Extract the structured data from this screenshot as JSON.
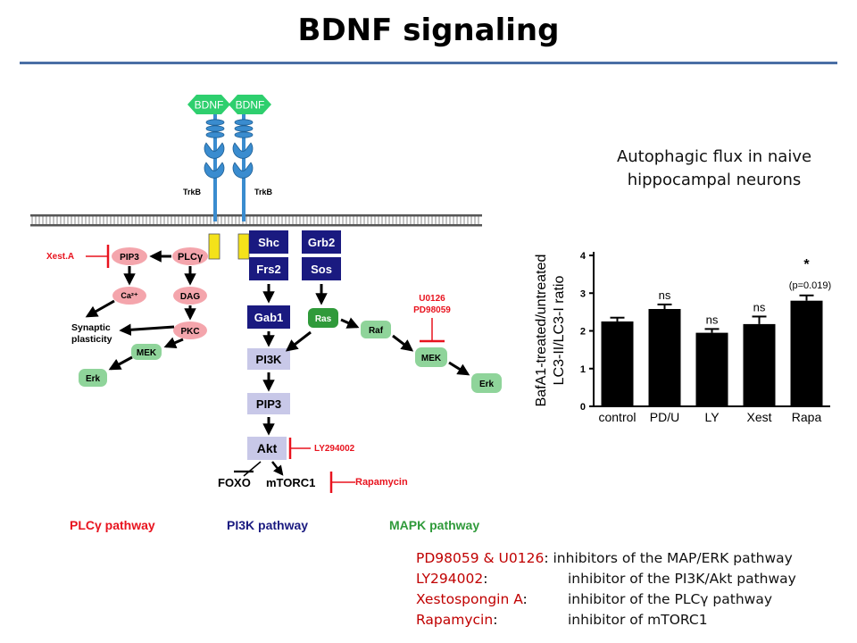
{
  "title": "BDNF signaling",
  "diagram": {
    "ligand": "BDNF",
    "receptor": "TrkB",
    "plcg_branch": {
      "plcg": "PLCγ",
      "pip3": "PIP3",
      "ca": "Ca²⁺",
      "dag": "DAG",
      "pkc": "PKC",
      "synaptic": [
        "Synaptic",
        "plasticity"
      ],
      "mek": "MEK",
      "erk": "Erk",
      "inhibitor": "Xest.A"
    },
    "pi3k_branch": {
      "shc": "Shc",
      "frs2": "Frs2",
      "gab1": "Gab1",
      "pi3k": "PI3K",
      "pip3": "PIP3",
      "akt": "Akt",
      "foxo": "FOXO",
      "mtorc1": "mTORC1",
      "akt_inhibitor": "LY294002",
      "mtor_inhibitor": "Rapamycin"
    },
    "mapk_branch": {
      "grb2": "Grb2",
      "sos": "Sos",
      "ras": "Ras",
      "raf": "Raf",
      "mek": "MEK",
      "erk": "Erk",
      "inhibitors": [
        "U0126",
        "PD98059"
      ]
    },
    "pathway_labels": {
      "plcg": "PLCγ pathway",
      "pi3k": "PI3K pathway",
      "mapk": "MAPK pathway"
    },
    "colors": {
      "plcg": "#e8131e",
      "pi3k": "#1a1a80",
      "mapk": "#2f9a3a",
      "ligand": "#2ecf6e",
      "receptor": "#3a8ccf",
      "inhibitor": "#e8131e"
    }
  },
  "chart_data": {
    "type": "bar",
    "title": "Autophagic flux in naive hippocampal neurons",
    "title_lines": [
      "Autophagic flux in naive",
      "hippocampal neurons"
    ],
    "ylabel_lines": [
      "BafA1-treated/untreated",
      "LC3-II/LC3-I ratio"
    ],
    "categories": [
      "control",
      "PD/U",
      "LY",
      "Xest",
      "Rapa"
    ],
    "values": [
      2.25,
      2.58,
      1.95,
      2.18,
      2.8
    ],
    "errors": [
      0.1,
      0.12,
      0.1,
      0.2,
      0.14
    ],
    "annotations": [
      "",
      "ns",
      "ns",
      "ns",
      "*"
    ],
    "extra_annotation": "(p=0.019)",
    "yticks": [
      "0",
      "1",
      "2",
      "3",
      "4"
    ],
    "ylim": [
      0,
      4
    ],
    "bar_color": "#000000"
  },
  "legend": [
    {
      "term": "PD98059 & U0126",
      "sep": ":",
      "desc": " inhibitors of the MAP/ERK pathway"
    },
    {
      "term": "LY294002",
      "sep": ":",
      "desc": "inhibitor of  the PI3K/Akt pathway"
    },
    {
      "term": "Xestospongin A",
      "sep": ":",
      "desc": "inhibitor of the PLCγ pathway"
    },
    {
      "term": "Rapamycin",
      "sep": ":",
      "desc": "inhibitor of mTORC1"
    }
  ]
}
